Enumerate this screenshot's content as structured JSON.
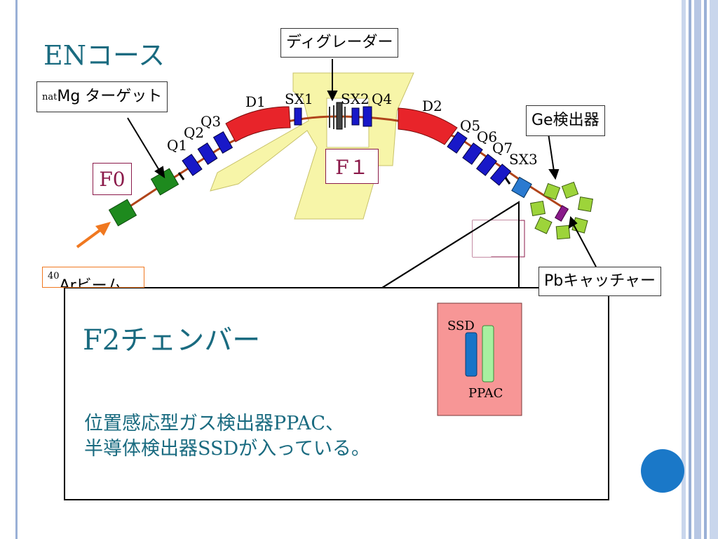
{
  "slide": {
    "title": "ENコース",
    "theme": {
      "accent": "#1a6b80",
      "focus_label_color": "#8b1a4a",
      "nav_dot": "#1a78c8"
    }
  },
  "diagram": {
    "magnet_labels": [
      "D1",
      "SX1",
      "SX2",
      "Q4",
      "D2",
      "Q1",
      "Q2",
      "Q3",
      "Q5",
      "Q6",
      "Q7",
      "SX3"
    ],
    "focal_planes": {
      "f0": "F0",
      "f1": "F１"
    },
    "callouts": {
      "degrader": "ディグレーダー",
      "target_sup": "nat",
      "target_text": "Mg ターゲット",
      "ge_detector": "Ge検出器",
      "pb_catcher": "Pbキャッチャー",
      "beam_sup": "40",
      "beam_text": "Arビーム"
    },
    "colors": {
      "dipole": "#e8242a",
      "quadrupole": "#1818c8",
      "target": "#1e8a1e",
      "degrader_frame": "#f7f5a8",
      "beam_line": "#b0441a",
      "beam_arrow": "#f07820",
      "ge_crystal": "#9dd43a",
      "catcher": "#8a1a8a"
    }
  },
  "popup": {
    "title": "F2チェンバー",
    "ssd_label": "SSD",
    "ppac_label": "PPAC",
    "desc_line1": "位置感応型ガス検出器PPAC、",
    "desc_line2": "半導体検出器SSDが入っている。",
    "colors": {
      "panel": "#f79696",
      "ssd": "#1874c8",
      "ppac": "#a8f0a0"
    }
  }
}
